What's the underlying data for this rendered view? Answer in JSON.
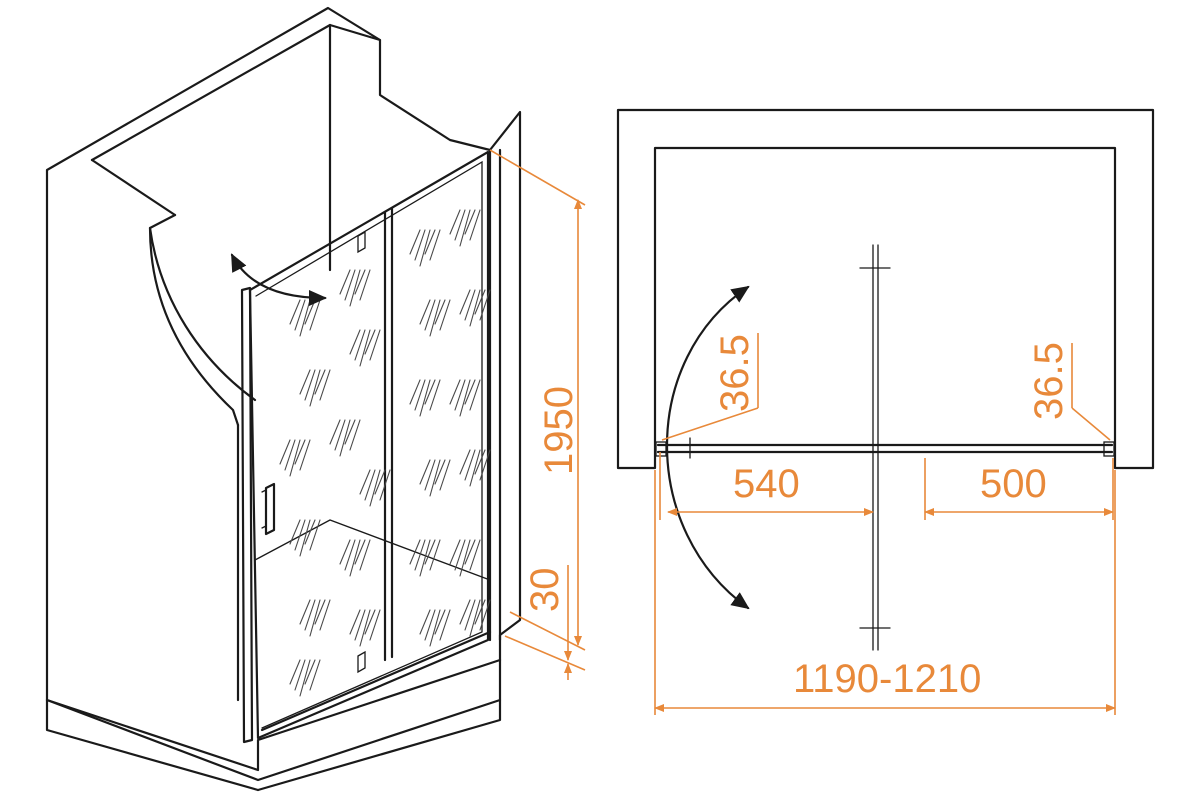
{
  "accent_color": "#e8893a",
  "line_color": "#1a1a1a",
  "isometric_view": {
    "height_label": "1950",
    "threshold_label": "30",
    "icons": [
      "door-swing-arrow-icon",
      "door-handle-icon"
    ]
  },
  "plan_view": {
    "left_offset_label": "36.5",
    "right_offset_label": "36.5",
    "door_width_label": "540",
    "fixed_panel_label": "500",
    "total_width_label": "1190-1210",
    "icons": [
      "swing-arc-arrow-icon"
    ]
  }
}
